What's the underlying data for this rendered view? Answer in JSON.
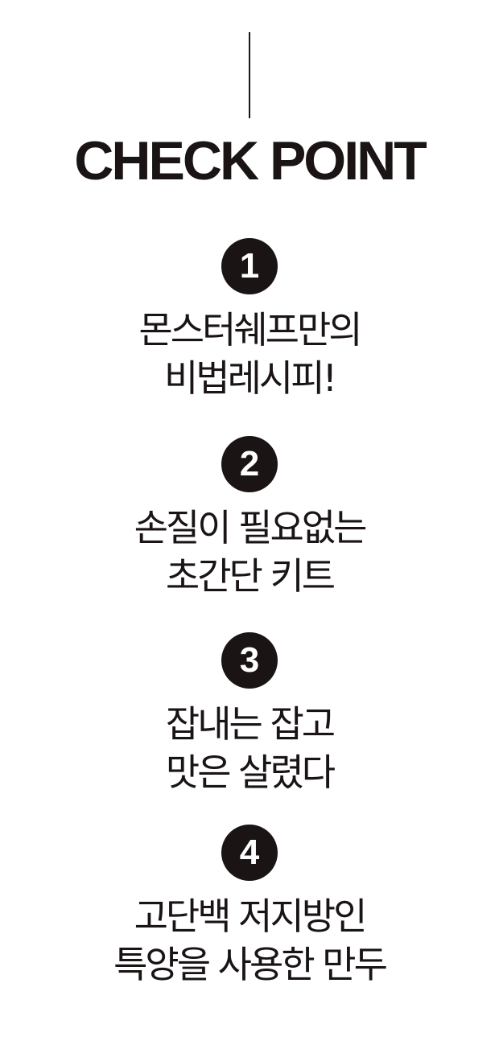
{
  "heading": "CHECK POINT",
  "points": [
    {
      "number": "1",
      "line1": "몬스터쉐프만의",
      "line2": "비법레시피!"
    },
    {
      "number": "2",
      "line1": "손질이 필요없는",
      "line2": "초간단 키트"
    },
    {
      "number": "3",
      "line1": "잡내는 잡고",
      "line2": "맛은 살렸다"
    },
    {
      "number": "4",
      "line1": "고단백 저지방인",
      "line2": "특양을 사용한 만두"
    }
  ],
  "colors": {
    "text": "#1a1414",
    "background": "#ffffff"
  }
}
